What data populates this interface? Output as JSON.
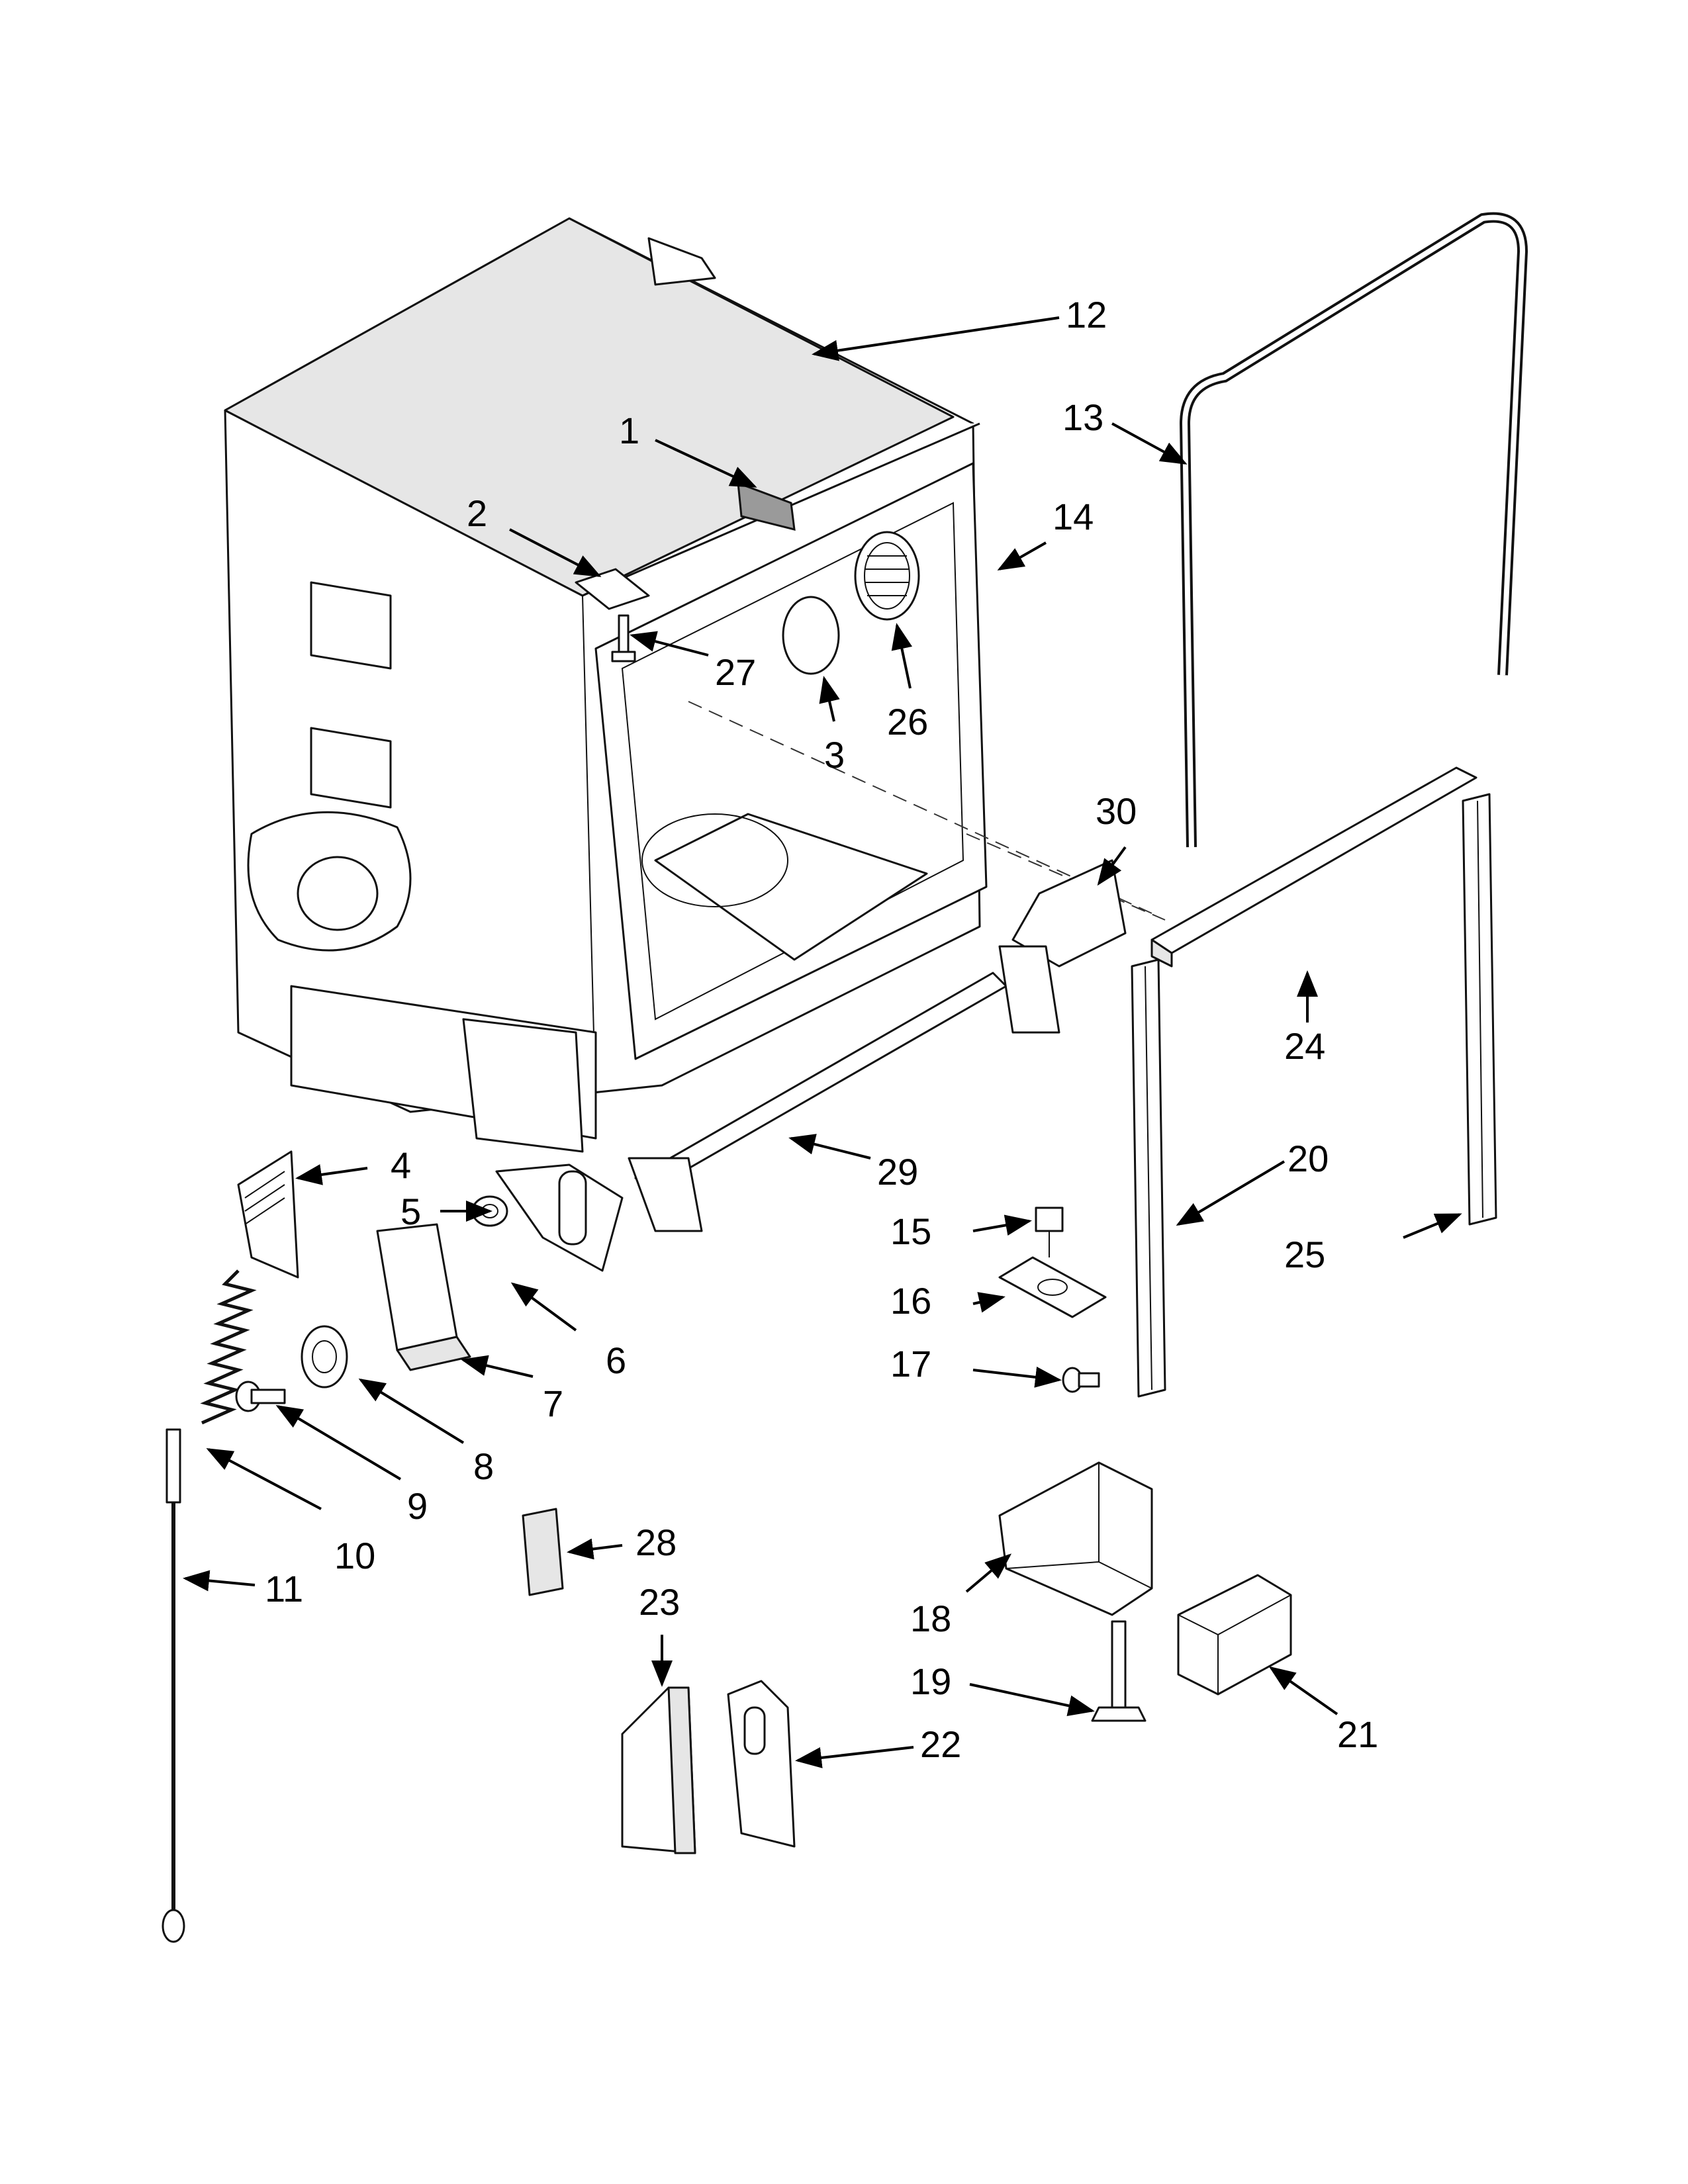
{
  "diagram": {
    "callouts": {
      "c1": "1",
      "c2": "2",
      "c3": "3",
      "c4": "4",
      "c5": "5",
      "c6": "6",
      "c7": "7",
      "c8": "8",
      "c9": "9",
      "c10": "10",
      "c11": "11",
      "c12": "12",
      "c13": "13",
      "c14": "14",
      "c15": "15",
      "c16": "16",
      "c17": "17",
      "c18": "18",
      "c19": "19",
      "c20": "20",
      "c21": "21",
      "c22": "22",
      "c23": "23",
      "c24": "24",
      "c25": "25",
      "c26": "26",
      "c27": "27",
      "c28": "28",
      "c29": "29",
      "c30": "30"
    },
    "colors": {
      "line": "#111111",
      "shade": "#e6e6e6",
      "background": "#ffffff"
    }
  }
}
